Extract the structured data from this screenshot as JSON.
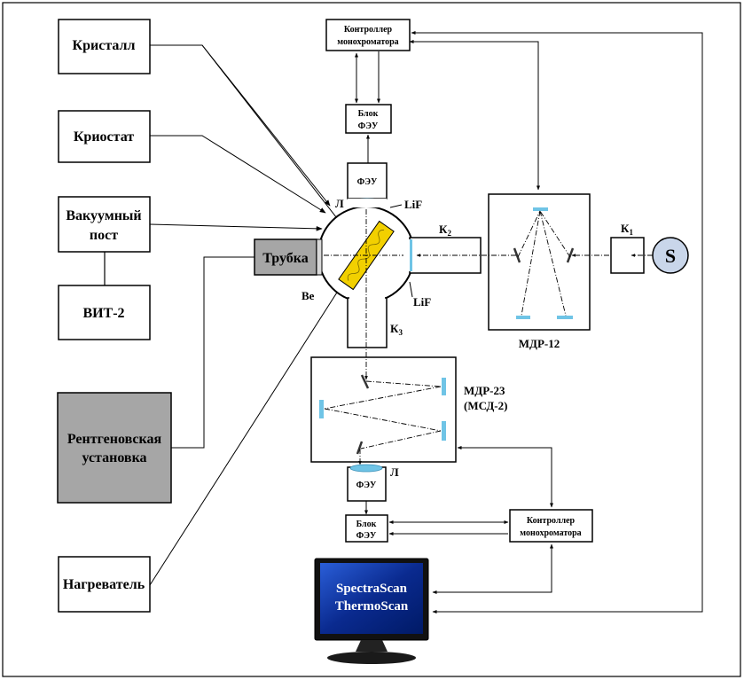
{
  "labels": {
    "crystal": "Кристалл",
    "cryostat": "Криостат",
    "vacuum_line1": "Вакуумный",
    "vacuum_line2": "пост",
    "vit": "ВИТ-2",
    "xray_line1": "Рентгеновская",
    "xray_line2": "установка",
    "heater": "Нагреватель",
    "tube": "Трубка",
    "be": "Be",
    "lif_top": "LiF",
    "lif_bottom": "LiF",
    "lens_top": "Л",
    "lens_bottom": "Л",
    "pmt_top": "ФЭУ",
    "pmt_bottom": "ФЭУ",
    "block_top_line1": "Блок",
    "block_top_line2": "ФЭУ",
    "block_bottom_line1": "Блок",
    "block_bottom_line2": "ФЭУ",
    "ctrl_top_line1": "Контроллер",
    "ctrl_top_line2": "монохроматора",
    "ctrl_bottom_line1": "Контроллер",
    "ctrl_bottom_line2": "монохроматора",
    "k1": "К",
    "k1_sub": "1",
    "k2": "К",
    "k2_sub": "2",
    "k3": "К",
    "k3_sub": "3",
    "source": "S",
    "mdr12": "МДР-12",
    "mdr23_line1": "МДР-23",
    "mdr23_line2": "(МСД-2)",
    "screen_line1": "SpectraScan",
    "screen_line2": "ThermoScan"
  },
  "colors": {
    "mirror": "#6fc4e6",
    "tube_fill": "#a6a6a6",
    "xray_fill": "#a6a6a6",
    "crystal_fill": "#f2d000",
    "source_fill": "#c9d6ea",
    "screen_text": "#ffffff",
    "screen_bg": "#0a2a8f"
  }
}
